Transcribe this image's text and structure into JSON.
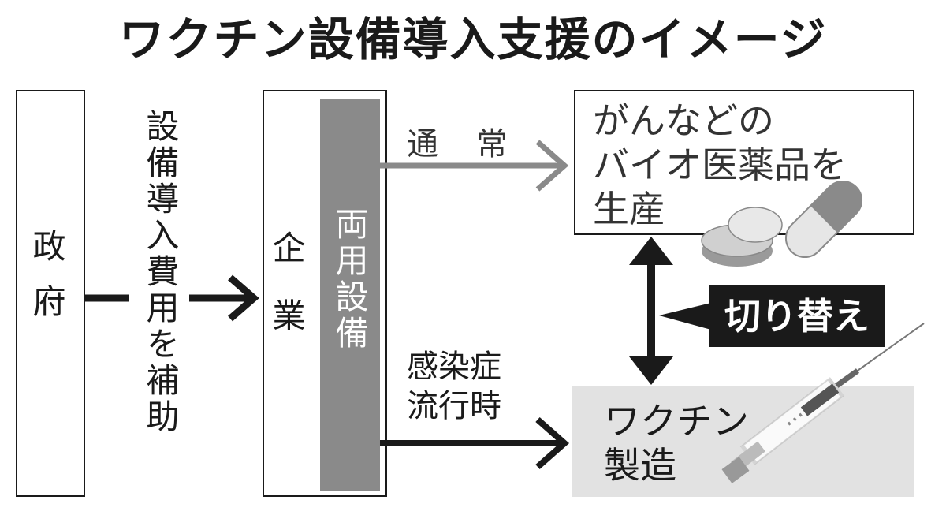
{
  "title": "ワクチン設備導入支援のイメージ",
  "government": {
    "label": "政府"
  },
  "subsidy": {
    "label": "設備導入費用を補助"
  },
  "company": {
    "label": "企業"
  },
  "dual_use": {
    "label": "両用設備"
  },
  "routes": {
    "normal_label": "通常",
    "pandemic_label_line1": "感染症",
    "pandemic_label_line2": "流行時"
  },
  "bio_box": {
    "line1": "がんなどの",
    "line2": "バイオ医薬品を",
    "line3": "生産"
  },
  "vaccine_box": {
    "line1": "ワクチン",
    "line2": "製造"
  },
  "switch": {
    "label": "切り替え"
  },
  "icons": [
    "pill-tablets-icon",
    "capsule-icon",
    "syringe-icon"
  ],
  "colors": {
    "dark": "#1a1a1a",
    "gray_arrow": "#8a8a8a",
    "dual_fill": "#8a8a8a",
    "vaccine_fill": "#e2e2e2"
  }
}
